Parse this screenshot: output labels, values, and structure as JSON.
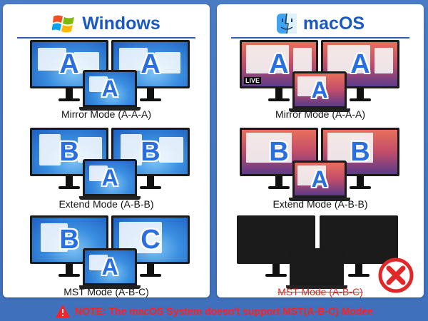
{
  "windows": {
    "title": "Windows",
    "icon": "windows-logo-icon",
    "modes": [
      {
        "caption": "Mirror Mode (A-A-A)",
        "left": "A",
        "right": "A",
        "laptop": "A"
      },
      {
        "caption": "Extend Mode (A-B-B)",
        "left": "B",
        "right": "B",
        "laptop": "A"
      },
      {
        "caption": "MST Mode (A-B-C)",
        "left": "B",
        "right": "C",
        "laptop": "A"
      }
    ]
  },
  "macos": {
    "title": "macOS",
    "icon": "finder-icon",
    "live_badge": "LIVE",
    "modes": [
      {
        "caption": "Mirror Mode (A-A-A)",
        "left": "A",
        "right": "A",
        "laptop": "A"
      },
      {
        "caption": "Extend Mode (A-B-B)",
        "left": "B",
        "right": "B",
        "laptop": "A"
      },
      {
        "caption": "MST Mode (A-B-C)",
        "supported": false
      }
    ]
  },
  "note": {
    "icon": "warning-icon",
    "text": "NOTE: The macOS System doesn't support MST(A-B-C) Modee"
  },
  "colors": {
    "background": "#4a7cc4",
    "title_blue": "#1a59c2",
    "letter_blue": "#2a6fe0",
    "warning_red": "#ff2020"
  }
}
